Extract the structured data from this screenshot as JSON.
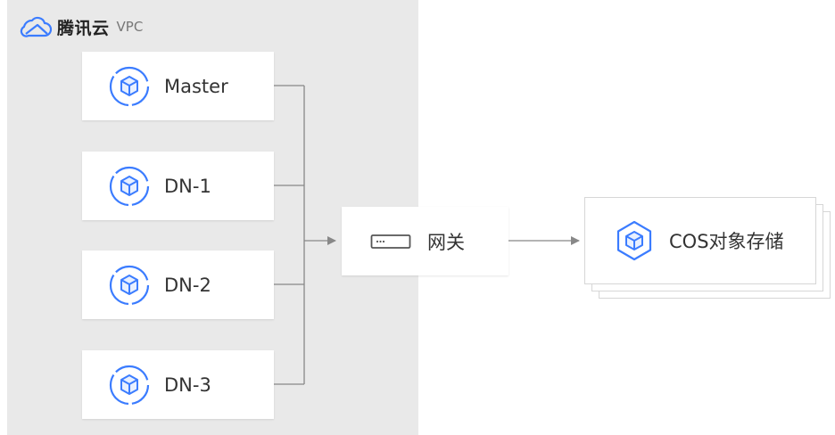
{
  "vpc": {
    "brand": "腾讯云",
    "label": "VPC",
    "icon": "cloud-icon"
  },
  "nodes": [
    {
      "label": "Master",
      "icon": "cube-icon"
    },
    {
      "label": "DN-1",
      "icon": "cube-icon"
    },
    {
      "label": "DN-2",
      "icon": "cube-icon"
    },
    {
      "label": "DN-3",
      "icon": "cube-icon"
    }
  ],
  "gateway": {
    "label": "网关",
    "icon": "gateway-icon"
  },
  "storage": {
    "label": "COS对象存储",
    "icon": "cube-icon"
  },
  "colors": {
    "accent": "#3b7cff",
    "icon_fill": "#e8f0ff",
    "region_background": "#e9e9e9",
    "connector": "#888888"
  }
}
